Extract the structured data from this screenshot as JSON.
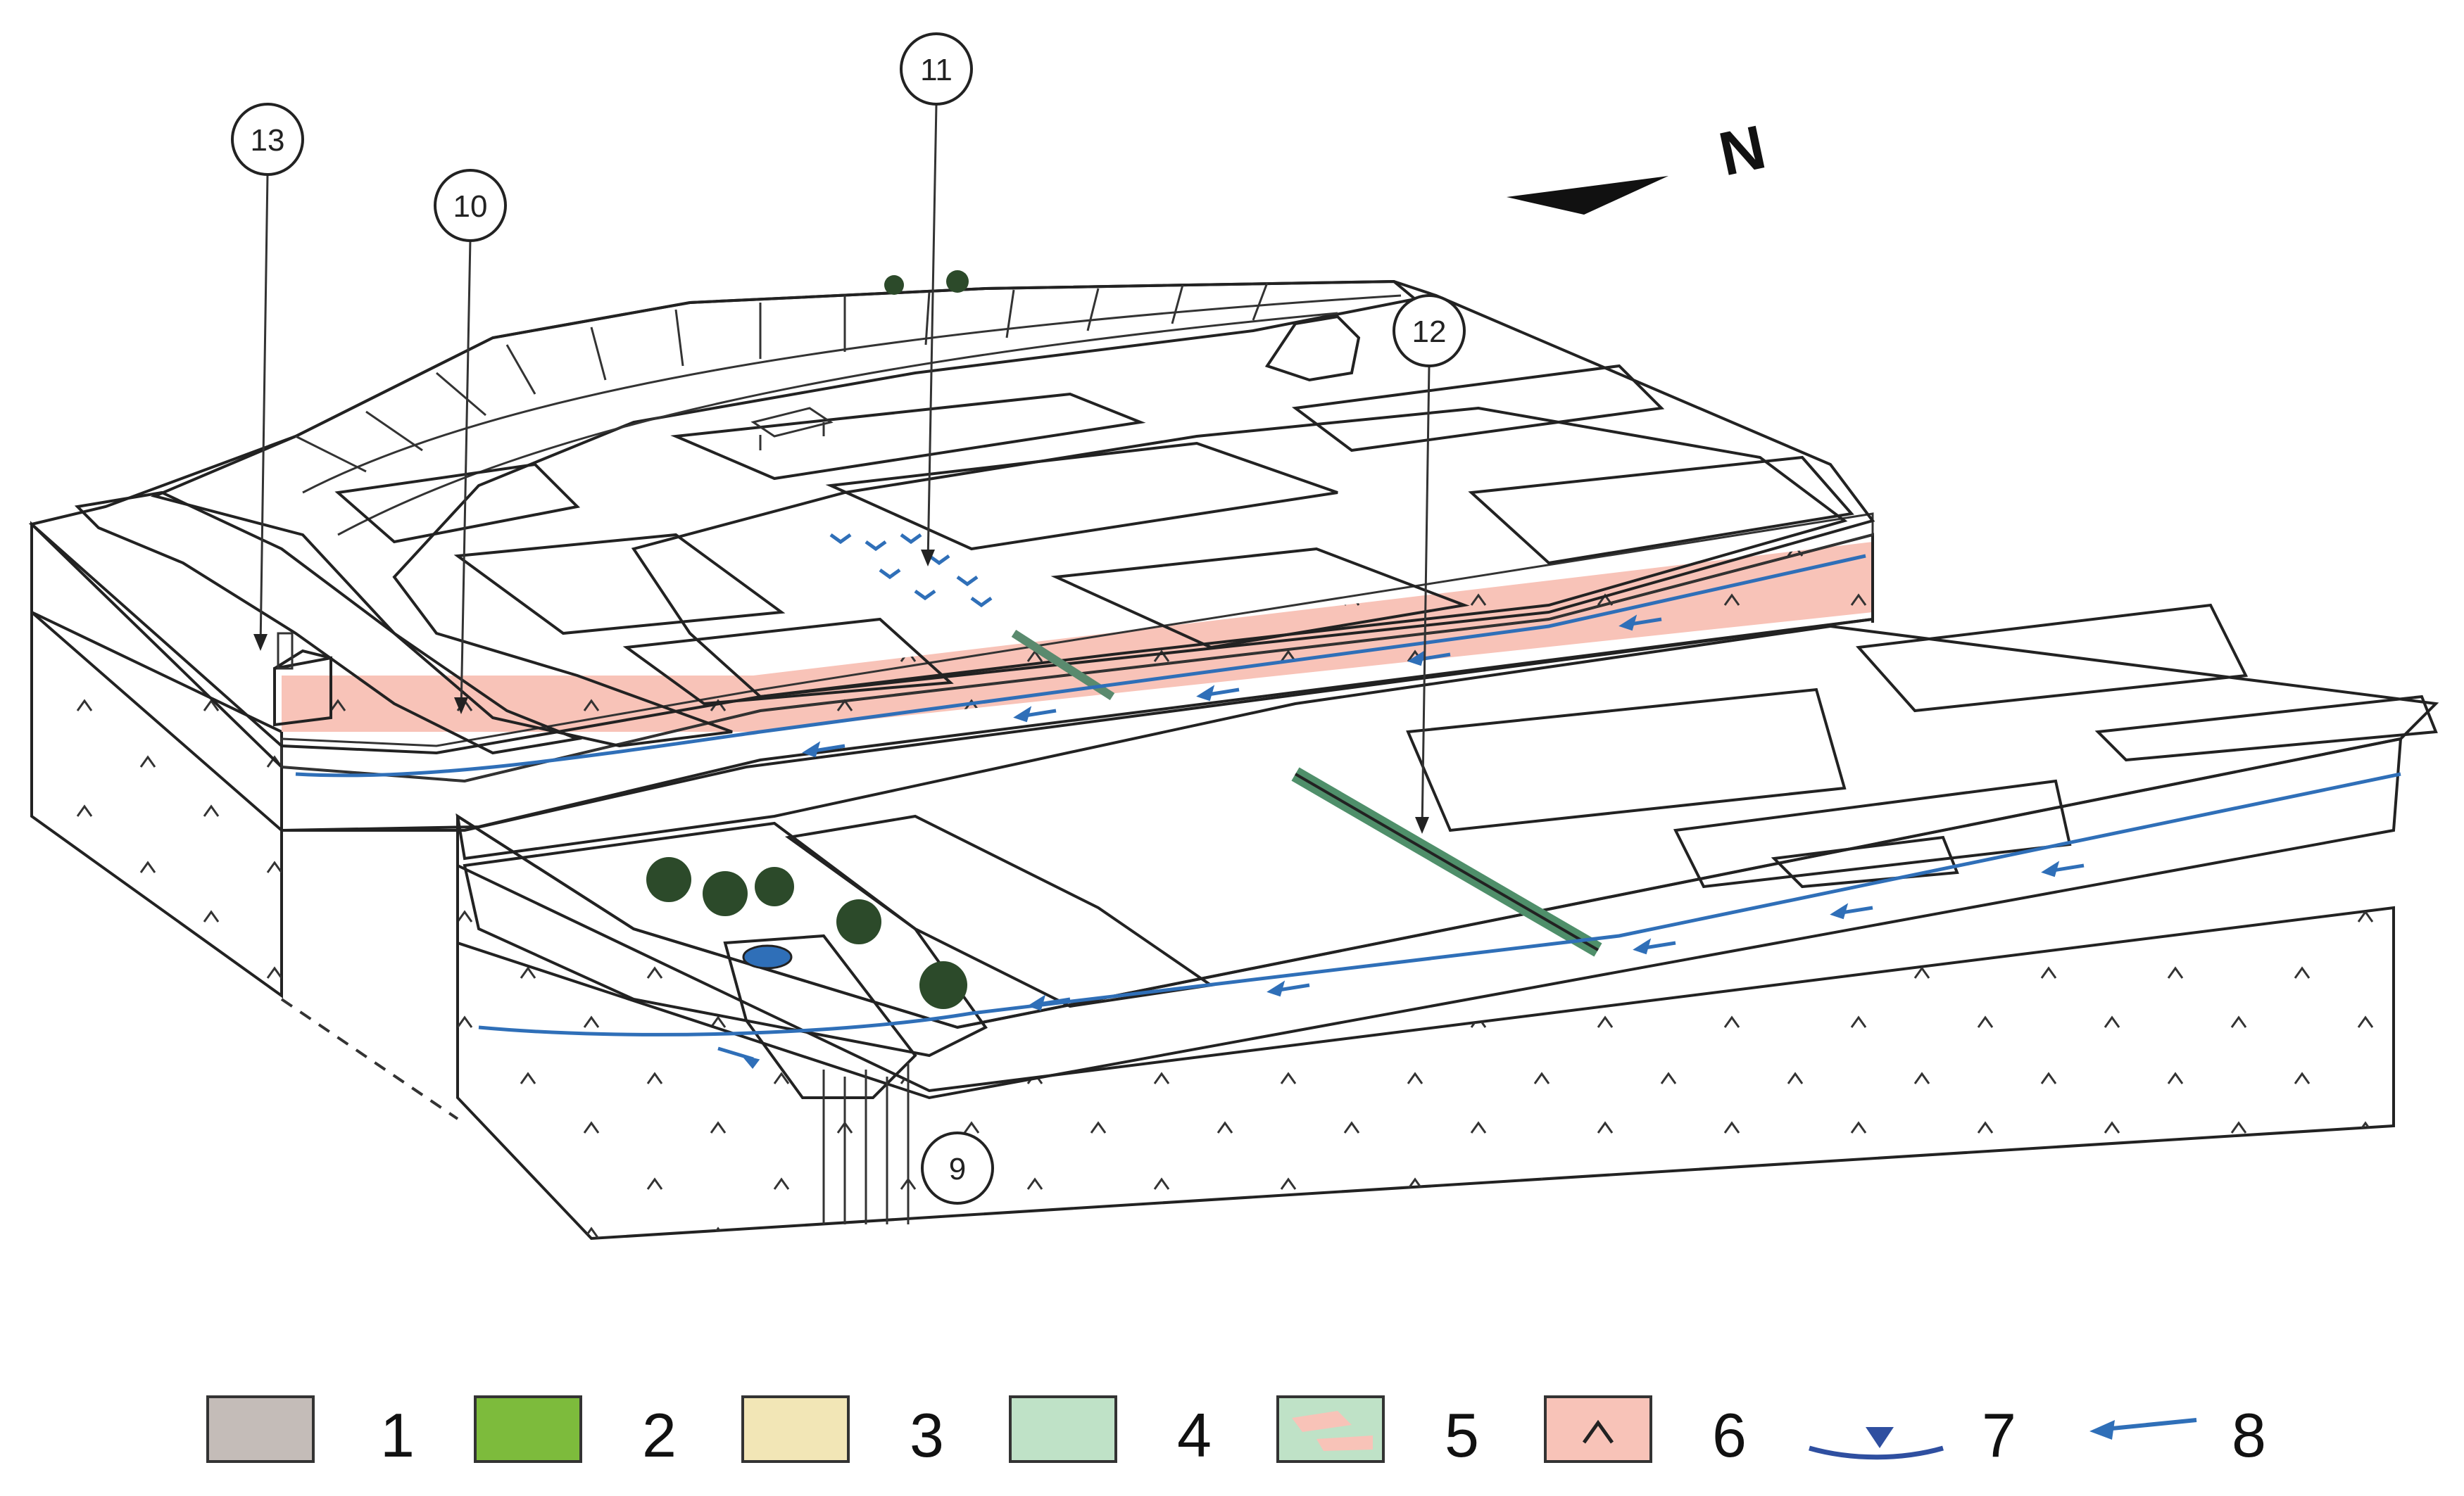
{
  "diagram": {
    "north_label": "N",
    "callouts": [
      {
        "id": "c13",
        "label": "13",
        "target": "church"
      },
      {
        "id": "c10",
        "label": "10",
        "target": "grey-deposit-band"
      },
      {
        "id": "c11",
        "label": "11",
        "target": "wetland-springs"
      },
      {
        "id": "c12",
        "label": "12",
        "target": "fault-scarp"
      },
      {
        "id": "c9",
        "label": "9",
        "target": "karst-sinkhole"
      }
    ],
    "legend": [
      {
        "num": "1",
        "fill": "#c4bcb8",
        "pattern": "plain"
      },
      {
        "num": "2",
        "fill": "#7dbb3c",
        "pattern": "plain"
      },
      {
        "num": "3",
        "fill": "#f2e6b6",
        "pattern": "plain"
      },
      {
        "num": "4",
        "fill": "#bfe2c7",
        "pattern": "plain"
      },
      {
        "num": "5",
        "fill": "#bfe2c7",
        "pattern": "pink-lenses"
      },
      {
        "num": "6",
        "fill": "#f8c3b8",
        "pattern": "caret"
      },
      {
        "num": "7",
        "fill": "#2f6fb8",
        "pattern": "water-table-symbol"
      },
      {
        "num": "8",
        "fill": "#2f6fb8",
        "pattern": "flow-arrow"
      }
    ],
    "colors": {
      "grey_deposit": "#c4bcb8",
      "green_upland": "#7dbb3c",
      "cream": "#f2e6b6",
      "pale_green": "#bfe2c7",
      "pink_bedrock": "#f8c3b8",
      "water_blue": "#2f6fb8",
      "outline": "#222222"
    }
  }
}
